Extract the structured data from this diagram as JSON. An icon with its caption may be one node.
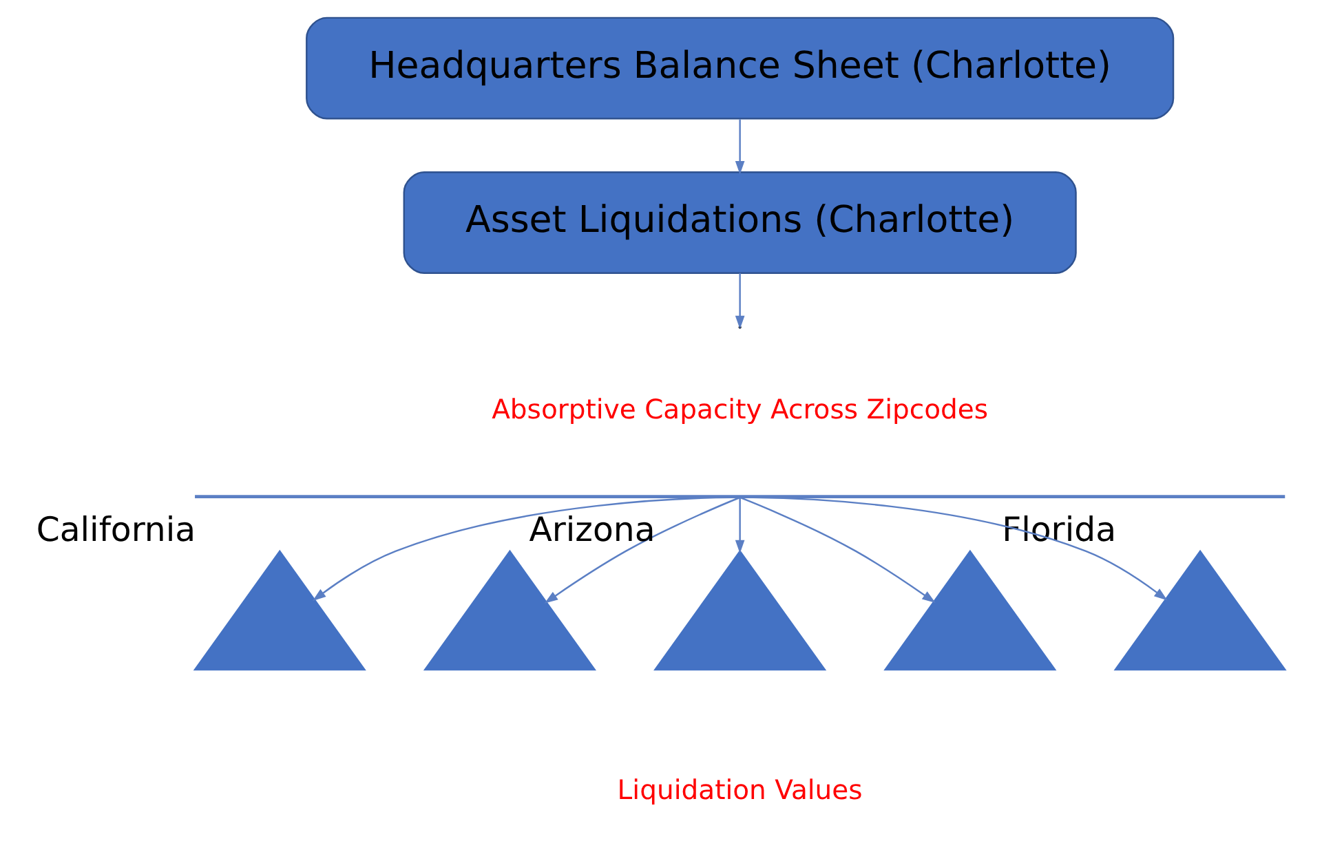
{
  "diagram": {
    "nodes": [
      {
        "text": [
          "Headquarters Balance Sheet (Charlotte)"
        ]
      },
      {
        "text": [
          "Asset Liquidations (Charlotte)"
        ]
      },
      {
        "text": [],
        "shape": "bar"
      },
      {
        "text": [],
        "shape": "triangle",
        "beside": [
          "California"
        ]
      },
      {
        "text": [],
        "shape": "triangle"
      },
      {
        "text": [],
        "shape": "triangle",
        "beside": [
          "Arizona"
        ]
      },
      {
        "text": [],
        "shape": "triangle"
      },
      {
        "text": [],
        "shape": "triangle",
        "beside": [
          "Florida"
        ]
      }
    ],
    "edges": [
      {
        "from": 0,
        "to": 1,
        "arrow": "to"
      },
      {
        "from": 1,
        "to": null,
        "arrow": "to"
      },
      {
        "from": 2,
        "to": 3,
        "arrow": "to"
      },
      {
        "from": 2,
        "to": 4,
        "arrow": "to"
      },
      {
        "from": 2,
        "to": 5,
        "arrow": "to"
      },
      {
        "from": 2,
        "to": 6,
        "arrow": "to"
      },
      {
        "from": 2,
        "to": 7,
        "arrow": "to"
      }
    ],
    "labels": [
      "Absorptive Capacity Across Zipcodes",
      "Liquidation Values"
    ]
  }
}
